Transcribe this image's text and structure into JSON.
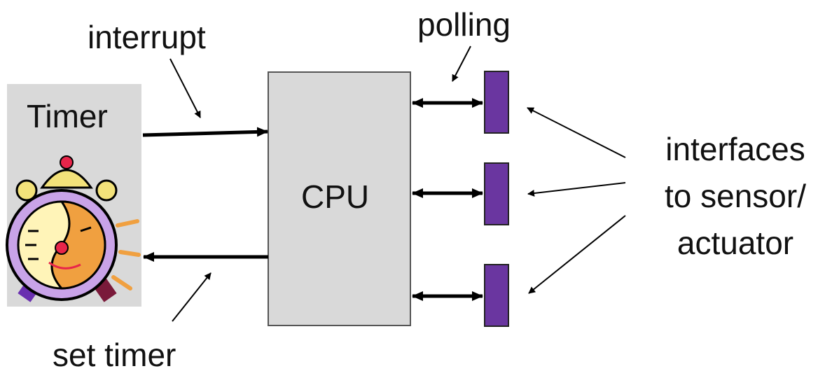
{
  "labels": {
    "interrupt": "interrupt",
    "polling": "polling",
    "set_timer": "set timer",
    "timer": "Timer",
    "cpu": "CPU",
    "interfaces_lines": [
      "interfaces",
      "to sensor/",
      "actuator"
    ]
  },
  "colors": {
    "box_fill": "#d9d9d9",
    "box_stroke": "#555555",
    "interface_fill": "#6a36a0",
    "arrow": "#000000",
    "clock_body": "#c9a3e8",
    "clock_face": "#fff4b8",
    "clock_half": "#f0a040",
    "clock_bell": "#f3e27a",
    "clock_accent": "#e8254a"
  },
  "icons": [
    "alarm-clock-icon"
  ]
}
